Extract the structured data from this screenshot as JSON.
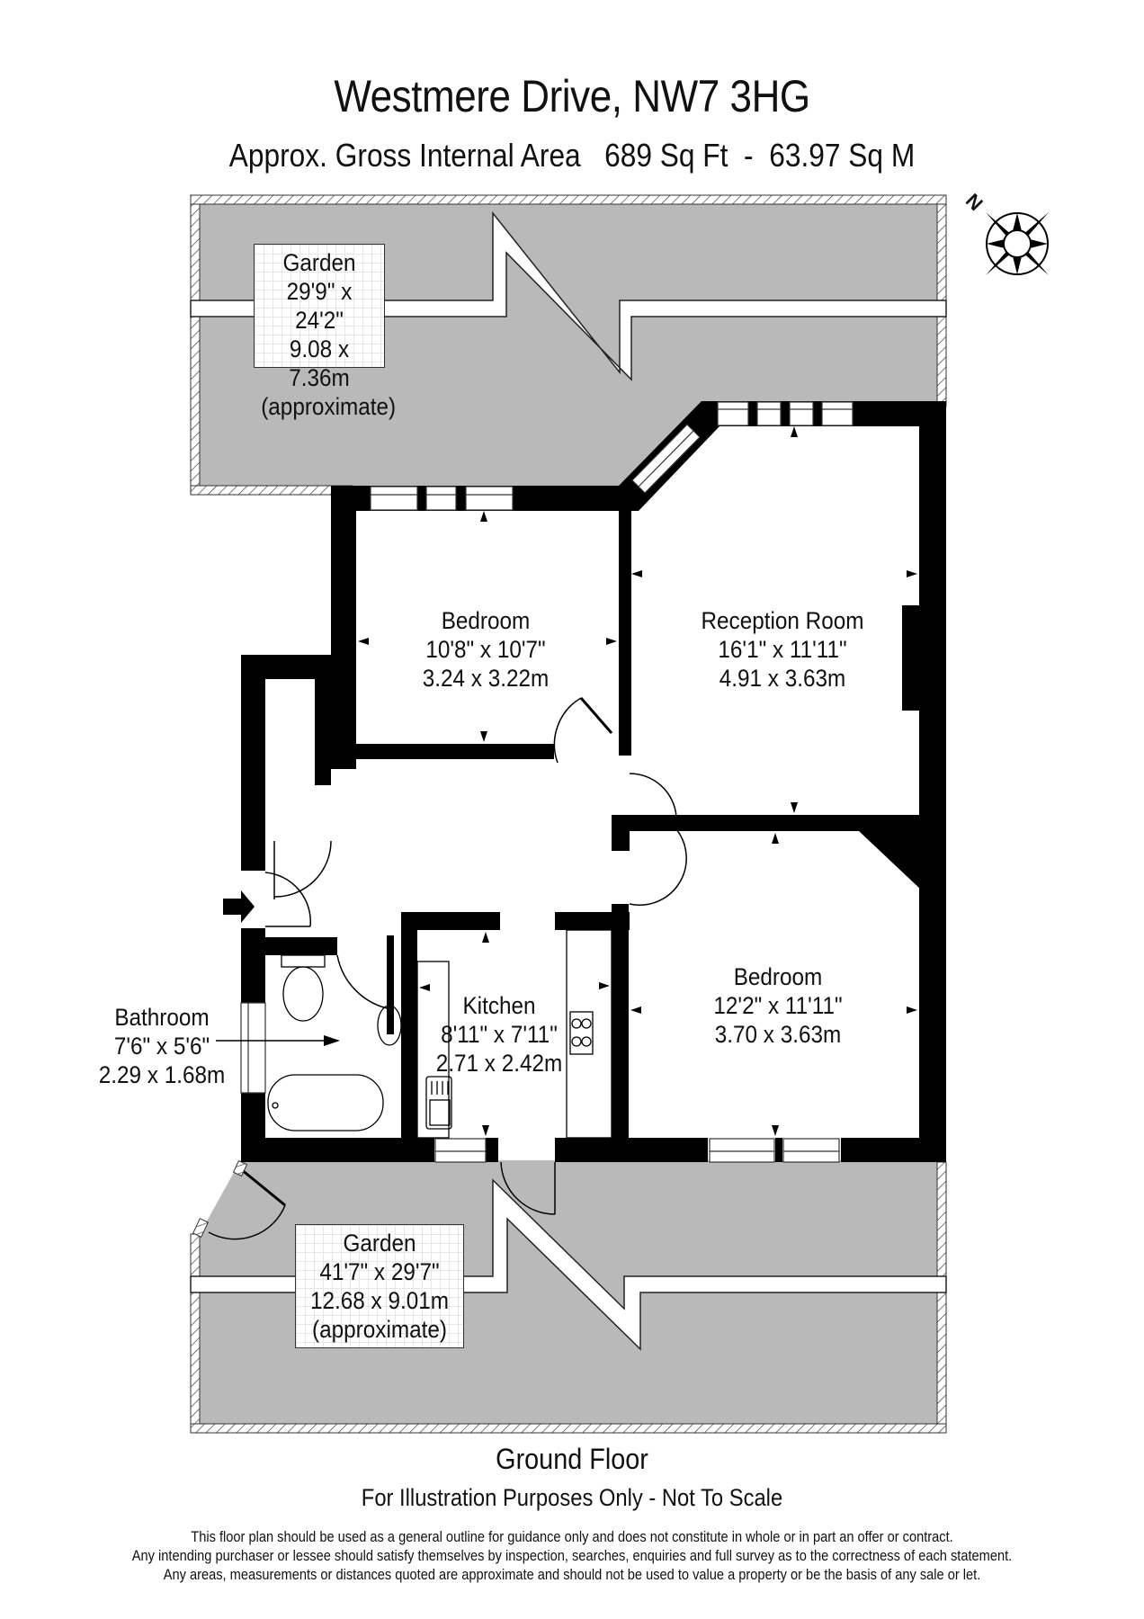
{
  "header": {
    "title": "Westmere Drive, NW7 3HG",
    "area_line": "Approx. Gross Internal Area   689 Sq Ft  -  63.97 Sq M"
  },
  "compass": {
    "label": "N",
    "icon": "compass-rose-icon"
  },
  "rooms": [
    {
      "name": "Garden",
      "imperial": "29'9\" x 24'2\"",
      "metric": "9.08 x 7.36m",
      "note": "(approximate)"
    },
    {
      "name": "Bedroom",
      "imperial": "10'8\" x 10'7\"",
      "metric": "3.24 x 3.22m"
    },
    {
      "name": "Reception Room",
      "imperial": "16'1\" x 11'11\"",
      "metric": "4.91 x 3.63m"
    },
    {
      "name": "Bathroom",
      "imperial": "7'6\" x 5'6\"",
      "metric": "2.29 x 1.68m"
    },
    {
      "name": "Kitchen",
      "imperial": "8'11\" x 7'11\"",
      "metric": "2.71 x 2.42m"
    },
    {
      "name": "Bedroom",
      "imperial": "12'2\" x 11'11\"",
      "metric": "3.70 x 3.63m"
    },
    {
      "name": "Garden",
      "imperial": "41'7\" x 29'7\"",
      "metric": "12.68 x 9.01m",
      "note": "(approximate)"
    }
  ],
  "footer": {
    "floor_name": "Ground Floor",
    "scale_note": "For Illustration Purposes Only - Not To Scale",
    "disclaimer": [
      "This floor plan should be used as a general outline for guidance only and does not constitute in whole or in part an offer or contract.",
      "Any intending purchaser or lessee should satisfy themselves by inspection, searches, enquiries and full survey as to the correctness of each statement.",
      "Any areas, measurements or distances quoted are approximate and should not be used to value a property or be the basis of any sale or let."
    ]
  },
  "colors": {
    "wall": "#000000",
    "garden_fill": "#b9b9b9",
    "room_fill": "#ffffff",
    "boundary_hatch": "#333333"
  }
}
